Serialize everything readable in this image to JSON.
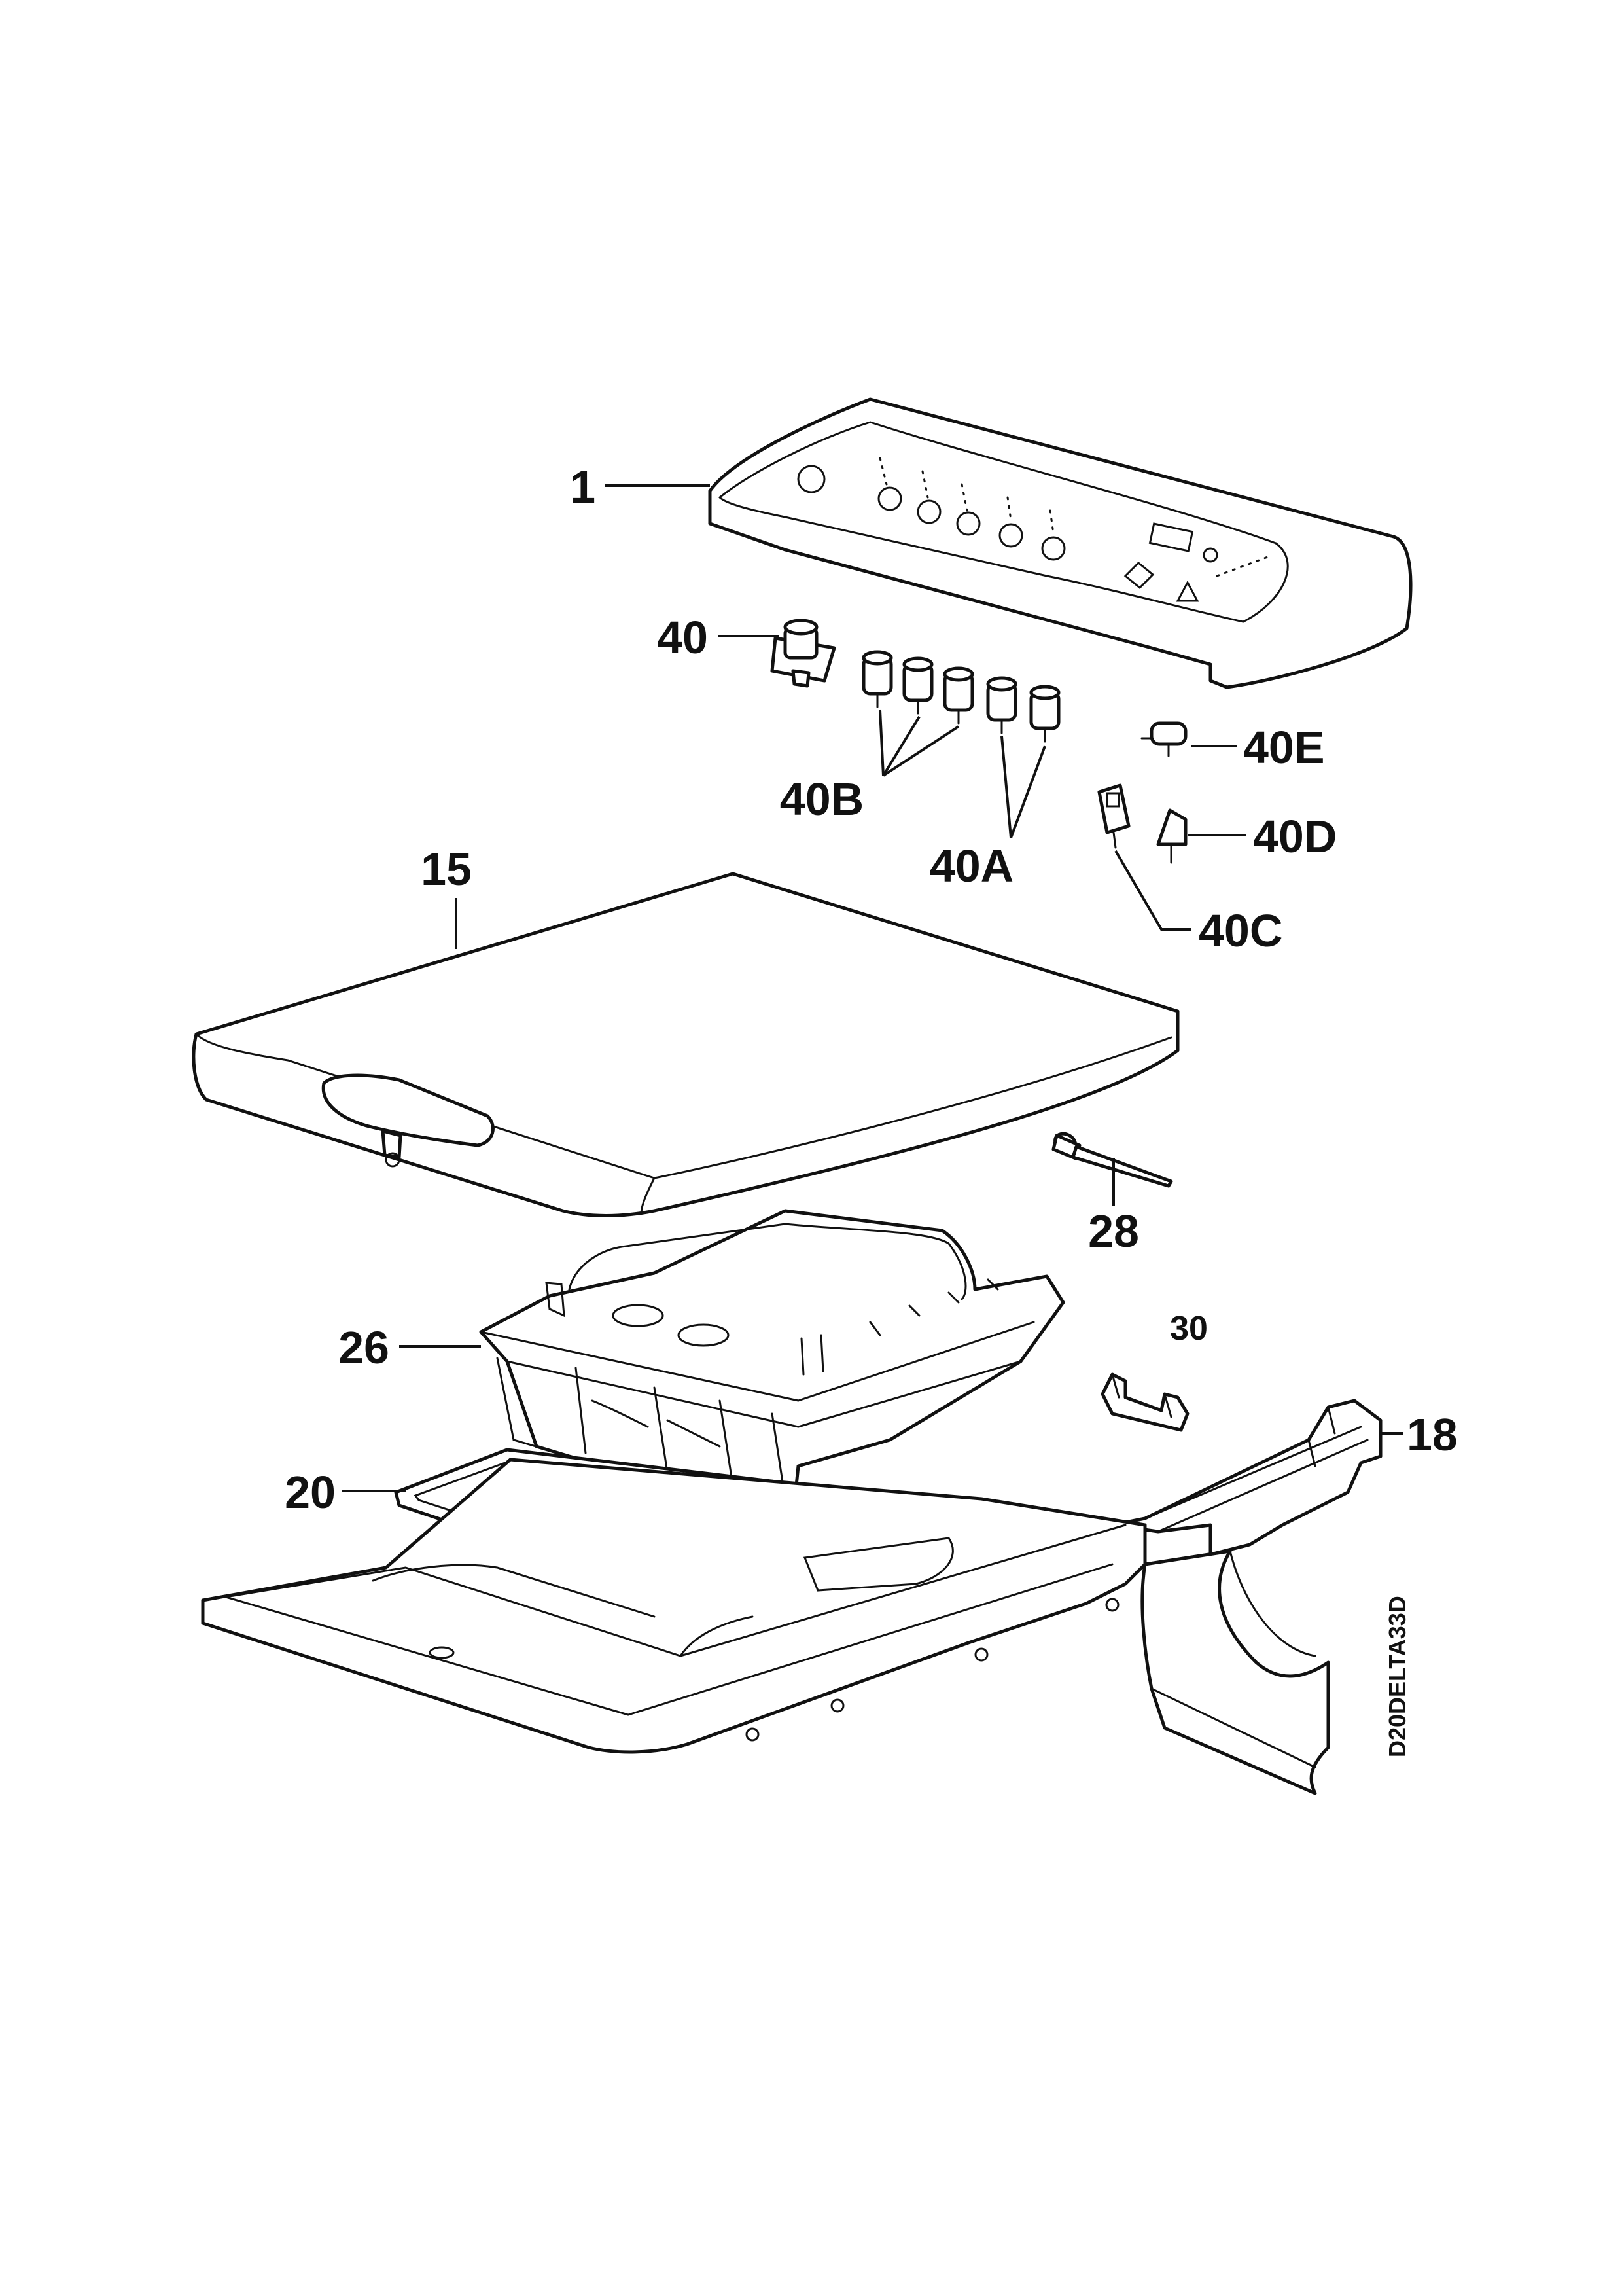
{
  "callouts": {
    "part_1": "1",
    "part_40": "40",
    "part_40E": "40E",
    "part_40B": "40B",
    "part_40A": "40A",
    "part_40D": "40D",
    "part_40C": "40C",
    "part_15": "15",
    "part_28": "28",
    "part_26": "26",
    "part_30": "30",
    "part_18": "18",
    "part_20": "20"
  },
  "drawing_code": "D20DELTA33D",
  "colors": {
    "line": "#111111",
    "background": "#ffffff"
  }
}
